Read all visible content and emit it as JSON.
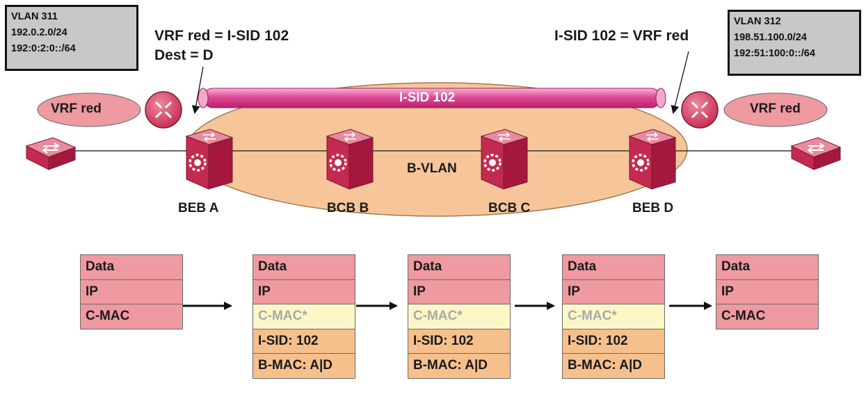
{
  "vlan_left": {
    "lines": [
      "VLAN 311",
      "192.0.2.0/24",
      "192:0:2:0::/64"
    ]
  },
  "vlan_right": {
    "lines": [
      "VLAN 312",
      "198.51.100.0/24",
      "192:51:100:0::/64"
    ]
  },
  "callouts": {
    "left_line1": "VRF red = I-SID 102",
    "left_line2": "Dest = D",
    "right": "I-SID 102 = VRF red"
  },
  "tunnel_label": "I-SID 102",
  "bvlan_label": "B-VLAN",
  "vrf_left": "VRF red",
  "vrf_right": "VRF red",
  "nodes": {
    "beb_a": "BEB A",
    "bcb_b": "BCB B",
    "bcb_c": "BCB C",
    "beb_d": "BEB D"
  },
  "colors": {
    "pink": "#ee9aa0",
    "pale": "#fdf7c8",
    "tan": "#f6c08d",
    "cloud": "#f6c69a",
    "device": "#d9385b"
  },
  "frames": [
    {
      "cells": [
        {
          "text": "Data",
          "style": "pink"
        },
        {
          "text": "IP",
          "style": "pink"
        },
        {
          "text": "C-MAC",
          "style": "pink"
        }
      ]
    },
    {
      "cells": [
        {
          "text": "Data",
          "style": "pink"
        },
        {
          "text": "IP",
          "style": "pink"
        },
        {
          "text": "C-MAC*",
          "style": "pale"
        },
        {
          "text": "I-SID: 102",
          "style": "tan"
        },
        {
          "text": "B-MAC: A|D",
          "style": "tan"
        }
      ]
    },
    {
      "cells": [
        {
          "text": "Data",
          "style": "pink"
        },
        {
          "text": "IP",
          "style": "pink"
        },
        {
          "text": "C-MAC*",
          "style": "pale"
        },
        {
          "text": "I-SID:   102",
          "style": "tan"
        },
        {
          "text": "B-MAC: A|D",
          "style": "tan"
        }
      ]
    },
    {
      "cells": [
        {
          "text": "Data",
          "style": "pink"
        },
        {
          "text": "IP",
          "style": "pink"
        },
        {
          "text": "C-MAC*",
          "style": "pale"
        },
        {
          "text": "I-SID: 102",
          "style": "tan"
        },
        {
          "text": "B-MAC: A|D",
          "style": "tan"
        }
      ]
    },
    {
      "cells": [
        {
          "text": "Data",
          "style": "pink"
        },
        {
          "text": "IP",
          "style": "pink"
        },
        {
          "text": "C-MAC",
          "style": "pink"
        }
      ]
    }
  ]
}
